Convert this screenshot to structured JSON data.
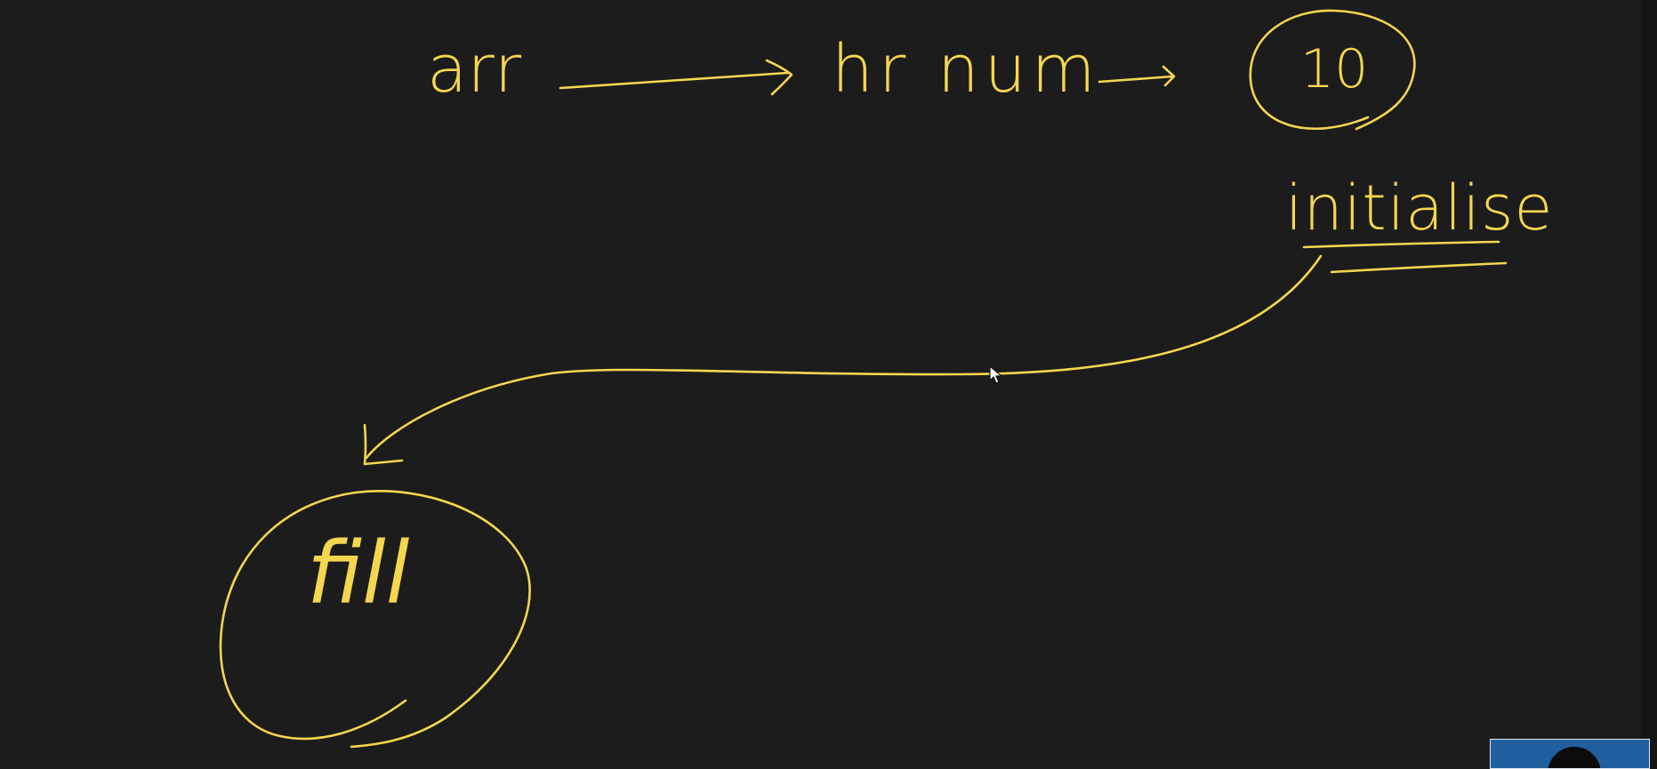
{
  "colors": {
    "background": "#1c1c1c",
    "ink": "#f5d64f",
    "webcam_bg": "#1f5f9e"
  },
  "labels": {
    "arr": "arr",
    "hr_num": "hr num",
    "ten": "10",
    "initialise": "initialise",
    "fill": "fill"
  },
  "icons": {
    "cursor": "mouse-pointer-icon"
  }
}
